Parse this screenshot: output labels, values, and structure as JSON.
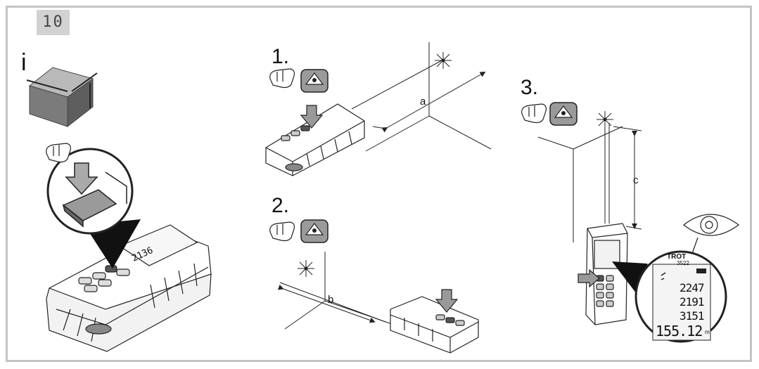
{
  "page_number": "10",
  "info_symbol": "i",
  "steps": {
    "s1": "1.",
    "s2": "2.",
    "s3": "3."
  },
  "measure_labels": {
    "a": "a",
    "b": "b",
    "c": "c"
  },
  "display": {
    "brand": "TROT",
    "model": "3522",
    "r1": "2247",
    "r2": "2191",
    "r3": "3151",
    "r4": "155.12",
    "unit": "m"
  }
}
